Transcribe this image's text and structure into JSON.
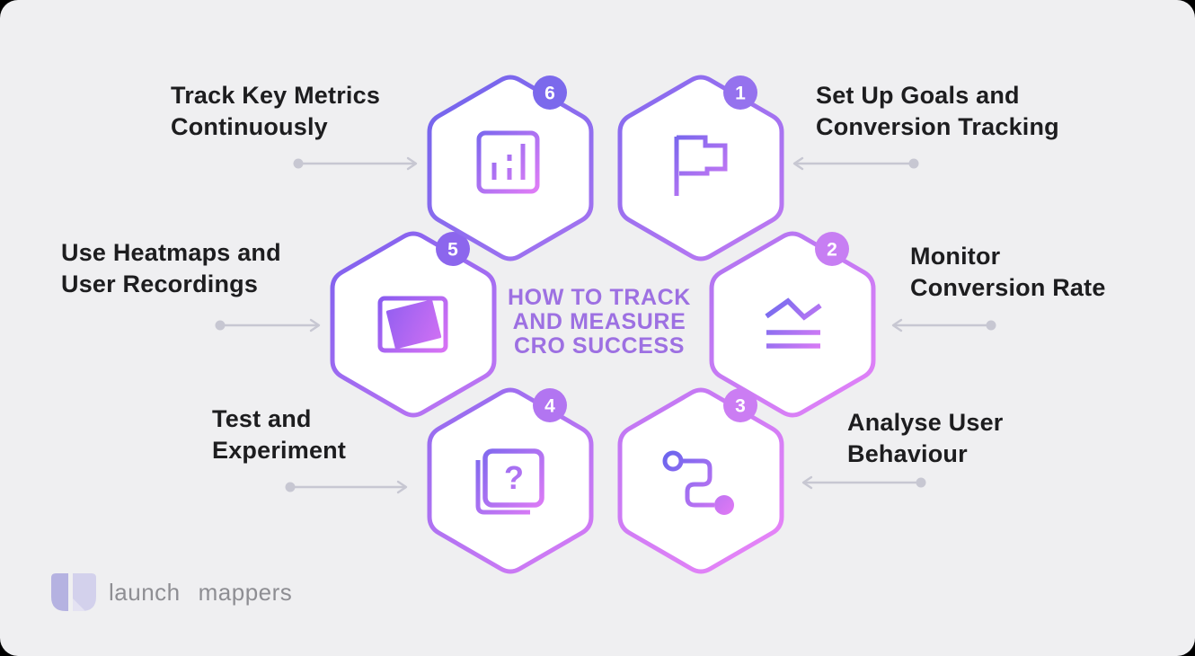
{
  "canvas": {
    "background": "#EFEFF1"
  },
  "title": {
    "lines": [
      "HOW TO TRACK",
      "AND MEASURE",
      "CRO SUCCESS"
    ],
    "color": "#9D70E2"
  },
  "steps": [
    {
      "number": "1",
      "label_lines": [
        "Set Up Goals and",
        "Conversion Tracking"
      ],
      "icon": "flag-icon",
      "border_gradient": [
        "#8169EE",
        "#C27AF3"
      ],
      "icon_gradient": [
        "#7767ED",
        "#D87BF5"
      ],
      "badge_color": "#9572EE"
    },
    {
      "number": "2",
      "label_lines": [
        "Monitor",
        "Conversion Rate"
      ],
      "icon": "trend-line-icon",
      "border_gradient": [
        "#AC73F1",
        "#E583F8"
      ],
      "icon_gradient": [
        "#6F6AEE",
        "#D87BF5"
      ],
      "badge_color": "#C77EF3"
    },
    {
      "number": "3",
      "label_lines": [
        "Analyse User",
        "Behaviour"
      ],
      "icon": "route-icon",
      "border_gradient": [
        "#BC76F3",
        "#EA85F8"
      ],
      "icon_gradient": [
        "#6F66EE",
        "#DF79F4"
      ],
      "badge_color": "#CB7DF3"
    },
    {
      "number": "4",
      "label_lines": [
        "Test and",
        "Experiment"
      ],
      "icon": "question-card-icon",
      "border_gradient": [
        "#8E6AEF",
        "#DA7DF6"
      ],
      "icon_gradient": [
        "#7C68EE",
        "#E07CF6"
      ],
      "badge_color": "#B275F1"
    },
    {
      "number": "5",
      "label_lines": [
        "Use Heatmaps and",
        "User Recordings"
      ],
      "icon": "heatmap-icon",
      "border_gradient": [
        "#7A5FEE",
        "#C578F4"
      ],
      "icon_gradient": [
        "#8A5CF0",
        "#D873F4"
      ],
      "badge_color": "#8C66ED"
    },
    {
      "number": "6",
      "label_lines": [
        "Track Key Metrics",
        "Continuously"
      ],
      "icon": "bar-chart-icon",
      "border_gradient": [
        "#6F63EC",
        "#A875F1"
      ],
      "icon_gradient": [
        "#7C68EE",
        "#E07CF6"
      ],
      "badge_color": "#7B69EC"
    }
  ],
  "arrow_color": "#C7C7D2",
  "label_color": "#1D1D1F",
  "footer": {
    "logo_words": [
      "launch",
      "mappers"
    ],
    "text_color": "#8E8E93",
    "mark_colors": [
      "#B5B2E1",
      "#D3D1EC"
    ]
  }
}
